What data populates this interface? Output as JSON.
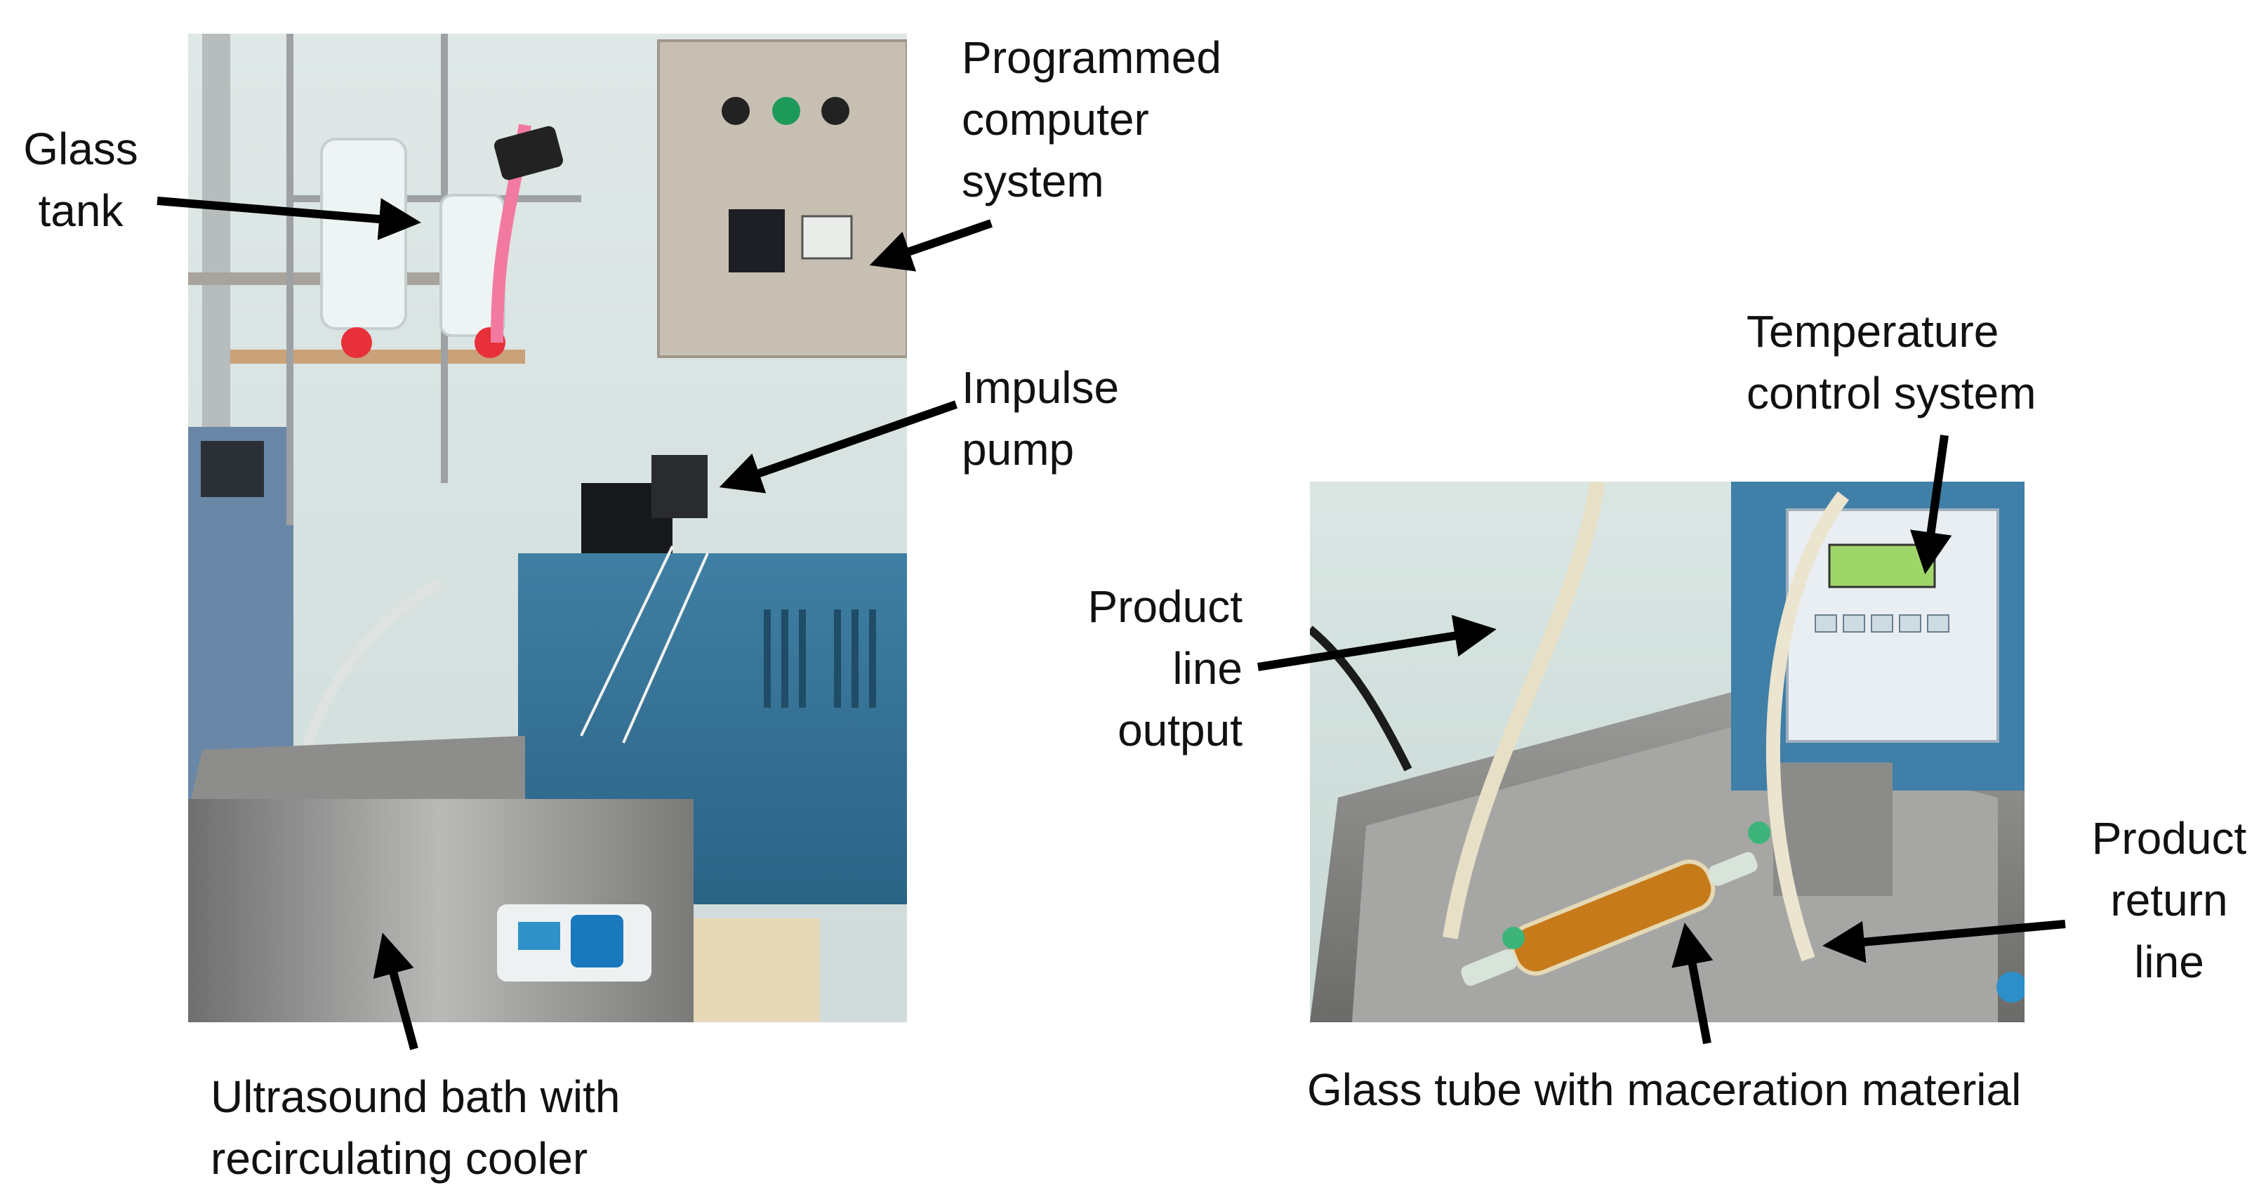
{
  "labels": {
    "glass_tank": [
      "Glass",
      "tank"
    ],
    "programmed_computer": [
      "Programmed",
      "computer",
      "system"
    ],
    "impulse_pump": [
      "Impulse",
      "pump"
    ],
    "ultrasound_bath": [
      "Ultrasound bath with",
      "recirculating cooler"
    ],
    "temperature_control": [
      "Temperature",
      "control system"
    ],
    "product_line_output": [
      "Product",
      "line",
      "output"
    ],
    "product_return": [
      "Product",
      "return",
      "line"
    ],
    "glass_tube": [
      "Glass tube with maceration material"
    ]
  },
  "colors": {
    "arrow": "#000000",
    "text": "#111111"
  }
}
